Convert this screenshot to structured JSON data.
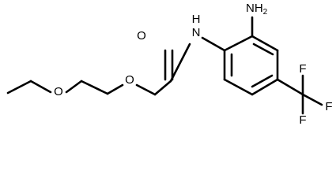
{
  "molecule": {
    "atoms": {
      "amine": "NH",
      "amine_h": "2",
      "amide_n": "N",
      "amide_h": "H",
      "carbonyl_o": "O",
      "ether_o1": "O",
      "ether_o2": "O",
      "f1": "F",
      "f2": "F",
      "f3": "F"
    }
  }
}
